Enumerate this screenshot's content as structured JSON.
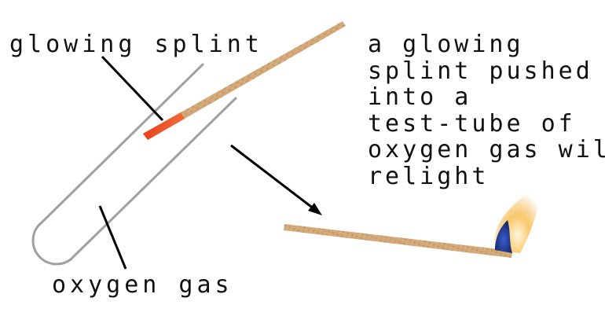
{
  "labels": {
    "glowing_splint": "glowing splint",
    "oxygen_gas": "oxygen gas"
  },
  "caption": {
    "lines": [
      "a glowing",
      "splint pushed",
      "into a",
      "test-tube of",
      "oxygen gas will",
      "relight"
    ]
  },
  "colors": {
    "tube": "#a0a0a0",
    "wood": "#d2a878",
    "wood_grain": "#b98a55",
    "ember": "#e8421e",
    "flame_core": "#1f3a8a",
    "flame_outer": "#f2a93b",
    "pointer": "#000000",
    "text": "#111111"
  }
}
